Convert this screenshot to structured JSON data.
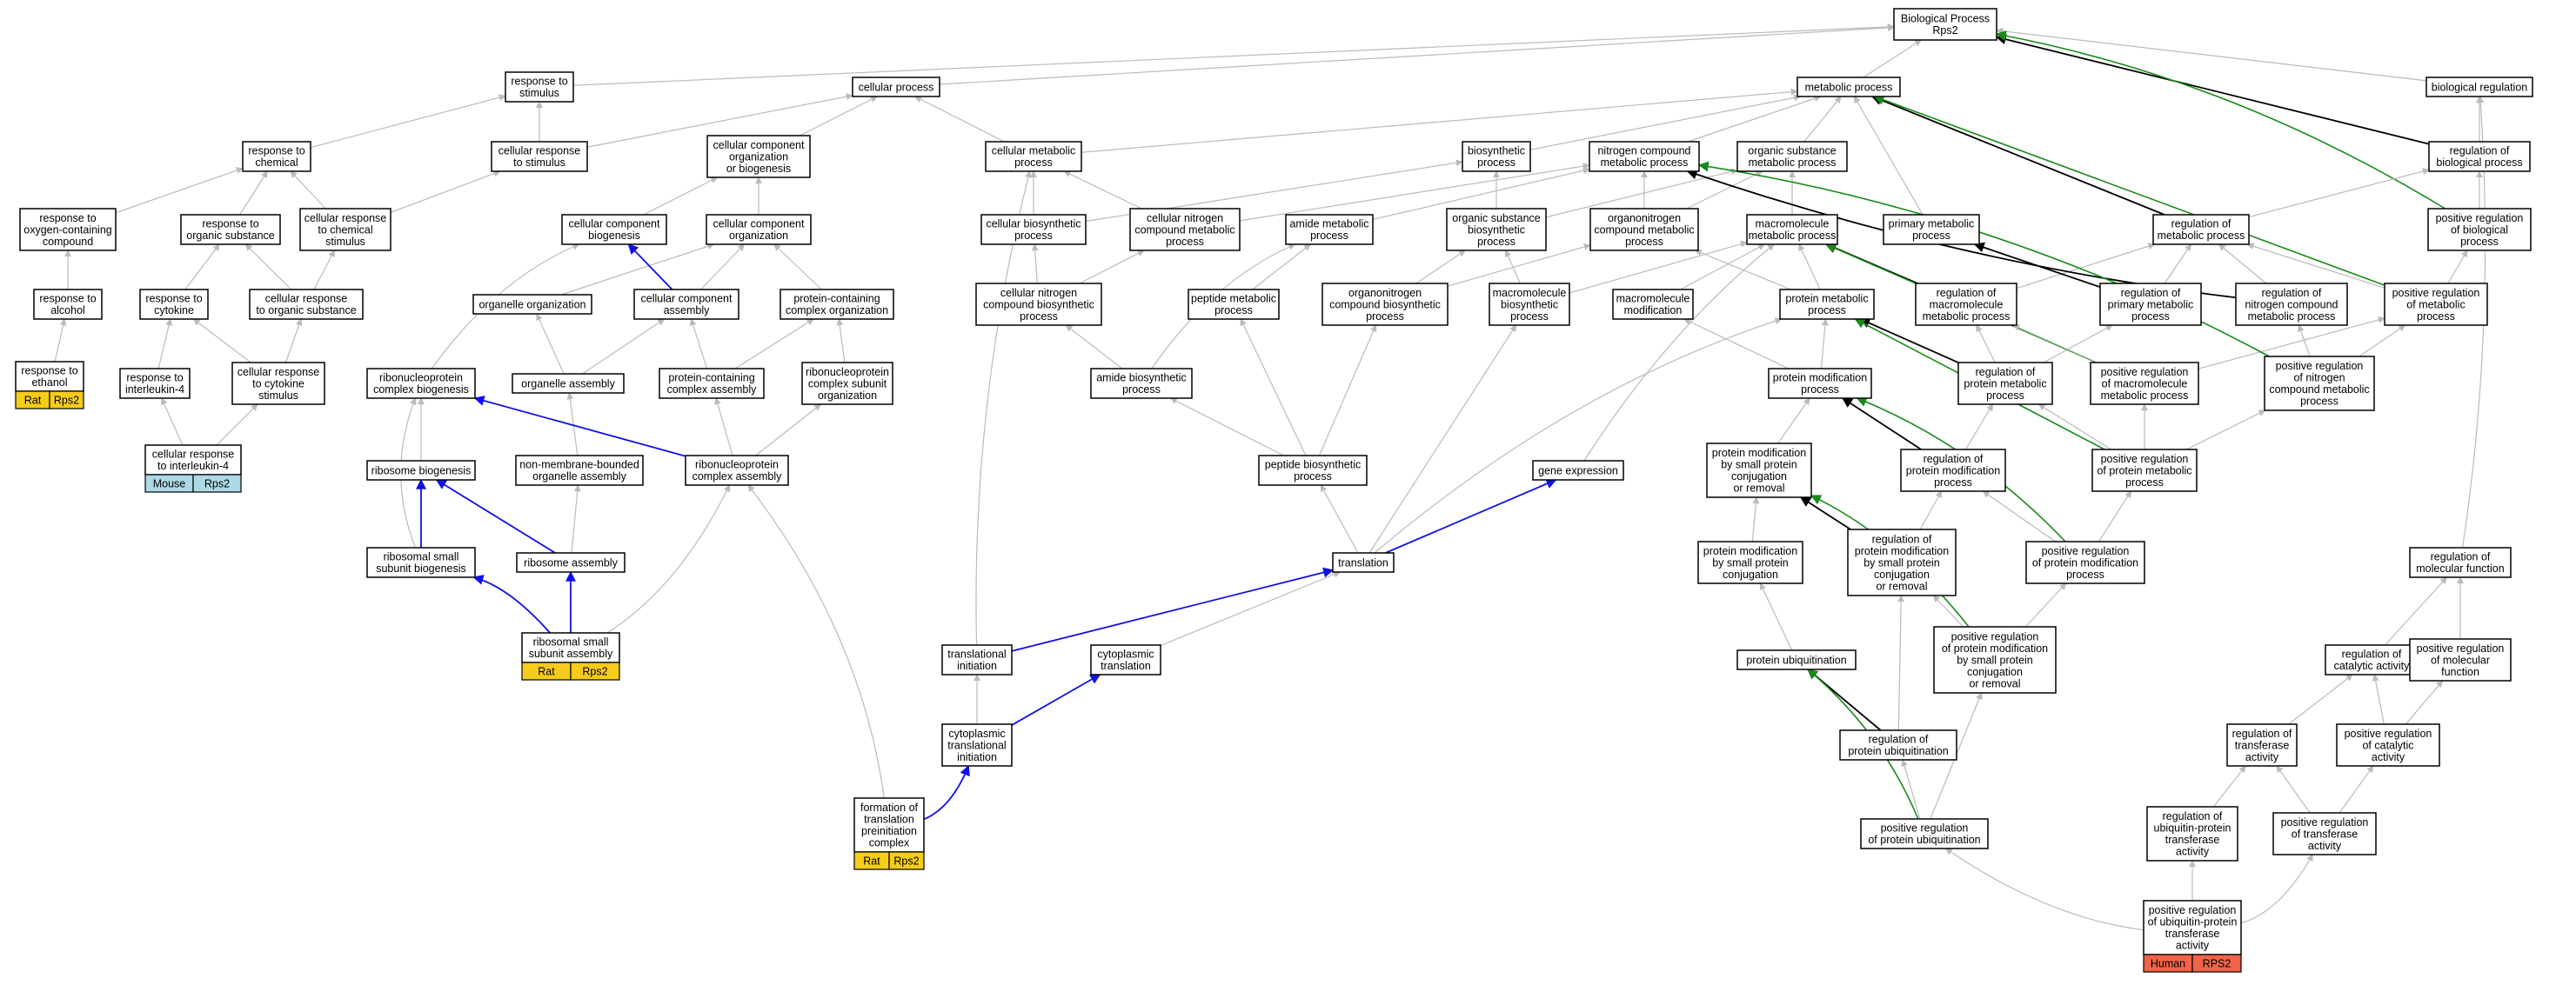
{
  "colors": {
    "edge_default": "#bbbbbb",
    "edge_positive": "#1a8a1a",
    "edge_part_of": "#1010e6",
    "edge_regulates": "#000000",
    "tag_rat": "#f5cc1a",
    "tag_mouse": "#add8e6",
    "tag_human": "#f06449"
  },
  "nodes": {
    "bp_root": [
      "Biological Process",
      "Rps2"
    ],
    "cellular_process": [
      "cellular process"
    ],
    "metabolic_process": [
      "metabolic process"
    ],
    "biological_regulation": [
      "biological regulation"
    ],
    "response_to_stimulus": [
      "response to",
      "stimulus"
    ],
    "response_to_chemical": [
      "response to",
      "chemical"
    ],
    "cellular_response_to_stimulus": [
      "cellular response",
      "to stimulus"
    ],
    "cc_org_or_biogenesis": [
      "cellular component",
      "organization",
      "or biogenesis"
    ],
    "cellular_metabolic_process": [
      "cellular metabolic",
      "process"
    ],
    "biosynthetic_process": [
      "biosynthetic",
      "process"
    ],
    "nitrogen_compound_metabolic": [
      "nitrogen compound",
      "metabolic process"
    ],
    "organic_substance_metabolic": [
      "organic substance",
      "metabolic process"
    ],
    "regulation_of_biological_process": [
      "regulation of",
      "biological process"
    ],
    "response_oxygen": [
      "response to",
      "oxygen-containing",
      "compound"
    ],
    "response_organic_substance": [
      "response to",
      "organic substance"
    ],
    "cellular_response_chemical": [
      "cellular response",
      "to chemical",
      "stimulus"
    ],
    "cc_biogenesis": [
      "cellular component",
      "biogenesis"
    ],
    "cc_organization": [
      "cellular component",
      "organization"
    ],
    "cellular_biosynthetic": [
      "cellular biosynthetic",
      "process"
    ],
    "cellular_nitrogen_metabolic": [
      "cellular nitrogen",
      "compound metabolic",
      "process"
    ],
    "amide_metabolic": [
      "amide metabolic",
      "process"
    ],
    "organic_substance_biosynthetic": [
      "organic substance",
      "biosynthetic",
      "process"
    ],
    "organonitrogen_metabolic": [
      "organonitrogen",
      "compound metabolic",
      "process"
    ],
    "macromolecule_metabolic": [
      "macromolecule",
      "metabolic process"
    ],
    "primary_metabolic": [
      "primary metabolic",
      "process"
    ],
    "regulation_metabolic": [
      "regulation of",
      "metabolic process"
    ],
    "positive_reg_biological": [
      "positive regulation",
      "of biological",
      "process"
    ],
    "response_alcohol": [
      "response to",
      "alcohol"
    ],
    "response_cytokine": [
      "response to",
      "cytokine"
    ],
    "cellular_response_organic": [
      "cellular response",
      "to organic substance"
    ],
    "organelle_organization": [
      "organelle organization"
    ],
    "cc_assembly": [
      "cellular component",
      "assembly"
    ],
    "protein_containing_org": [
      "protein-containing",
      "complex organization"
    ],
    "cellular_nitrogen_biosynthetic": [
      "cellular nitrogen",
      "compound biosynthetic",
      "process"
    ],
    "peptide_metabolic": [
      "peptide metabolic",
      "process"
    ],
    "organonitrogen_biosynthetic": [
      "organonitrogen",
      "compound biosynthetic",
      "process"
    ],
    "macromolecule_biosynthetic": [
      "macromolecule",
      "biosynthetic",
      "process"
    ],
    "macromolecule_modification": [
      "macromolecule",
      "modification"
    ],
    "protein_metabolic": [
      "protein metabolic",
      "process"
    ],
    "reg_macromolecule_metabolic": [
      "regulation of",
      "macromolecule",
      "metabolic process"
    ],
    "reg_primary_metabolic": [
      "regulation of",
      "primary metabolic",
      "process"
    ],
    "reg_nitrogen_metabolic": [
      "regulation of",
      "nitrogen compound",
      "metabolic process"
    ],
    "positive_reg_metabolic": [
      "positive regulation",
      "of metabolic",
      "process"
    ],
    "response_ethanol": [
      "response to",
      "ethanol"
    ],
    "response_il4": [
      "response to",
      "interleukin-4"
    ],
    "cellular_response_cytokine": [
      "cellular response",
      "to cytokine",
      "stimulus"
    ],
    "rnp_complex_biogenesis": [
      "ribonucleoprotein",
      "complex biogenesis"
    ],
    "organelle_assembly": [
      "organelle assembly"
    ],
    "protein_containing_assembly": [
      "protein-containing",
      "complex assembly"
    ],
    "rnp_subunit_org": [
      "ribonucleoprotein",
      "complex subunit",
      "organization"
    ],
    "amide_biosynthetic": [
      "amide biosynthetic",
      "process"
    ],
    "protein_modification_process": [
      "protein modification",
      "process"
    ],
    "reg_protein_metabolic": [
      "regulation of",
      "protein metabolic",
      "process"
    ],
    "positive_reg_macromolecule_metabolic": [
      "positive regulation",
      "of macromolecule",
      "metabolic process"
    ],
    "positive_reg_nitrogen_metabolic": [
      "positive regulation",
      "of nitrogen",
      "compound metabolic",
      "process"
    ],
    "cellular_response_il4": [
      "cellular response",
      "to interleukin-4"
    ],
    "ribosome_biogenesis": [
      "ribosome biogenesis"
    ],
    "non_membrane_organelle_assembly": [
      "non-membrane-bounded",
      "organelle assembly"
    ],
    "rnp_complex_assembly": [
      "ribonucleoprotein",
      "complex assembly"
    ],
    "peptide_biosynthetic": [
      "peptide biosynthetic",
      "process"
    ],
    "gene_expression": [
      "gene expression"
    ],
    "protein_mod_conjugation_removal": [
      "protein modification",
      "by small protein",
      "conjugation",
      "or removal"
    ],
    "reg_protein_modification": [
      "regulation of",
      "protein modification",
      "process"
    ],
    "positive_reg_protein_metabolic": [
      "positive regulation",
      "of protein metabolic",
      "process"
    ],
    "ribosomal_small_subunit_biogenesis": [
      "ribosomal small",
      "subunit biogenesis"
    ],
    "ribosome_assembly": [
      "ribosome assembly"
    ],
    "translation": [
      "translation"
    ],
    "protein_mod_conjugation": [
      "protein modification",
      "by small protein",
      "conjugation"
    ],
    "reg_protein_mod_conjugation": [
      "regulation of",
      "protein modification",
      "by small protein",
      "conjugation",
      "or removal"
    ],
    "positive_reg_protein_modification": [
      "positive regulation",
      "of protein modification",
      "process"
    ],
    "regulation_molecular_function": [
      "regulation of",
      "molecular function"
    ],
    "ribosomal_small_subunit_assembly": [
      "ribosomal small",
      "subunit assembly"
    ],
    "translational_initiation": [
      "translational",
      "initiation"
    ],
    "cytoplasmic_translation": [
      "cytoplasmic",
      "translation"
    ],
    "protein_ubiquitination": [
      "protein ubiquitination"
    ],
    "positive_reg_protein_mod_conjugation": [
      "positive regulation",
      "of protein modification",
      "by small protein",
      "conjugation",
      "or removal"
    ],
    "regulation_catalytic": [
      "regulation of",
      "catalytic activity"
    ],
    "positive_reg_molecular_function": [
      "positive regulation",
      "of molecular",
      "function"
    ],
    "cytoplasmic_translational_initiation": [
      "cytoplasmic",
      "translational",
      "initiation"
    ],
    "regulation_protein_ubiquitination": [
      "regulation of",
      "protein ubiquitination"
    ],
    "regulation_transferase": [
      "regulation of",
      "transferase",
      "activity"
    ],
    "positive_reg_catalytic": [
      "positive regulation",
      "of catalytic",
      "activity"
    ],
    "formation_translation_preinitiation": [
      "formation of",
      "translation",
      "preinitiation",
      "complex"
    ],
    "regulation_ubiquitin_transferase": [
      "regulation of",
      "ubiquitin-protein",
      "transferase",
      "activity"
    ],
    "positive_reg_protein_ubiquitination": [
      "positive regulation",
      "of protein ubiquitination"
    ],
    "positive_reg_transferase": [
      "positive regulation",
      "of transferase",
      "activity"
    ],
    "positive_reg_ubiquitin_transferase": [
      "positive regulation",
      "of ubiquitin-protein",
      "transferase",
      "activity"
    ]
  },
  "annotations": {
    "response_ethanol": [
      "Rat",
      "Rps2"
    ],
    "cellular_response_il4": [
      "Mouse",
      "Rps2"
    ],
    "ribosomal_small_subunit_assembly": [
      "Rat",
      "Rps2"
    ],
    "formation_translation_preinitiation": [
      "Rat",
      "Rps2"
    ],
    "positive_reg_ubiquitin_transferase": [
      "Human",
      "RPS2"
    ]
  }
}
